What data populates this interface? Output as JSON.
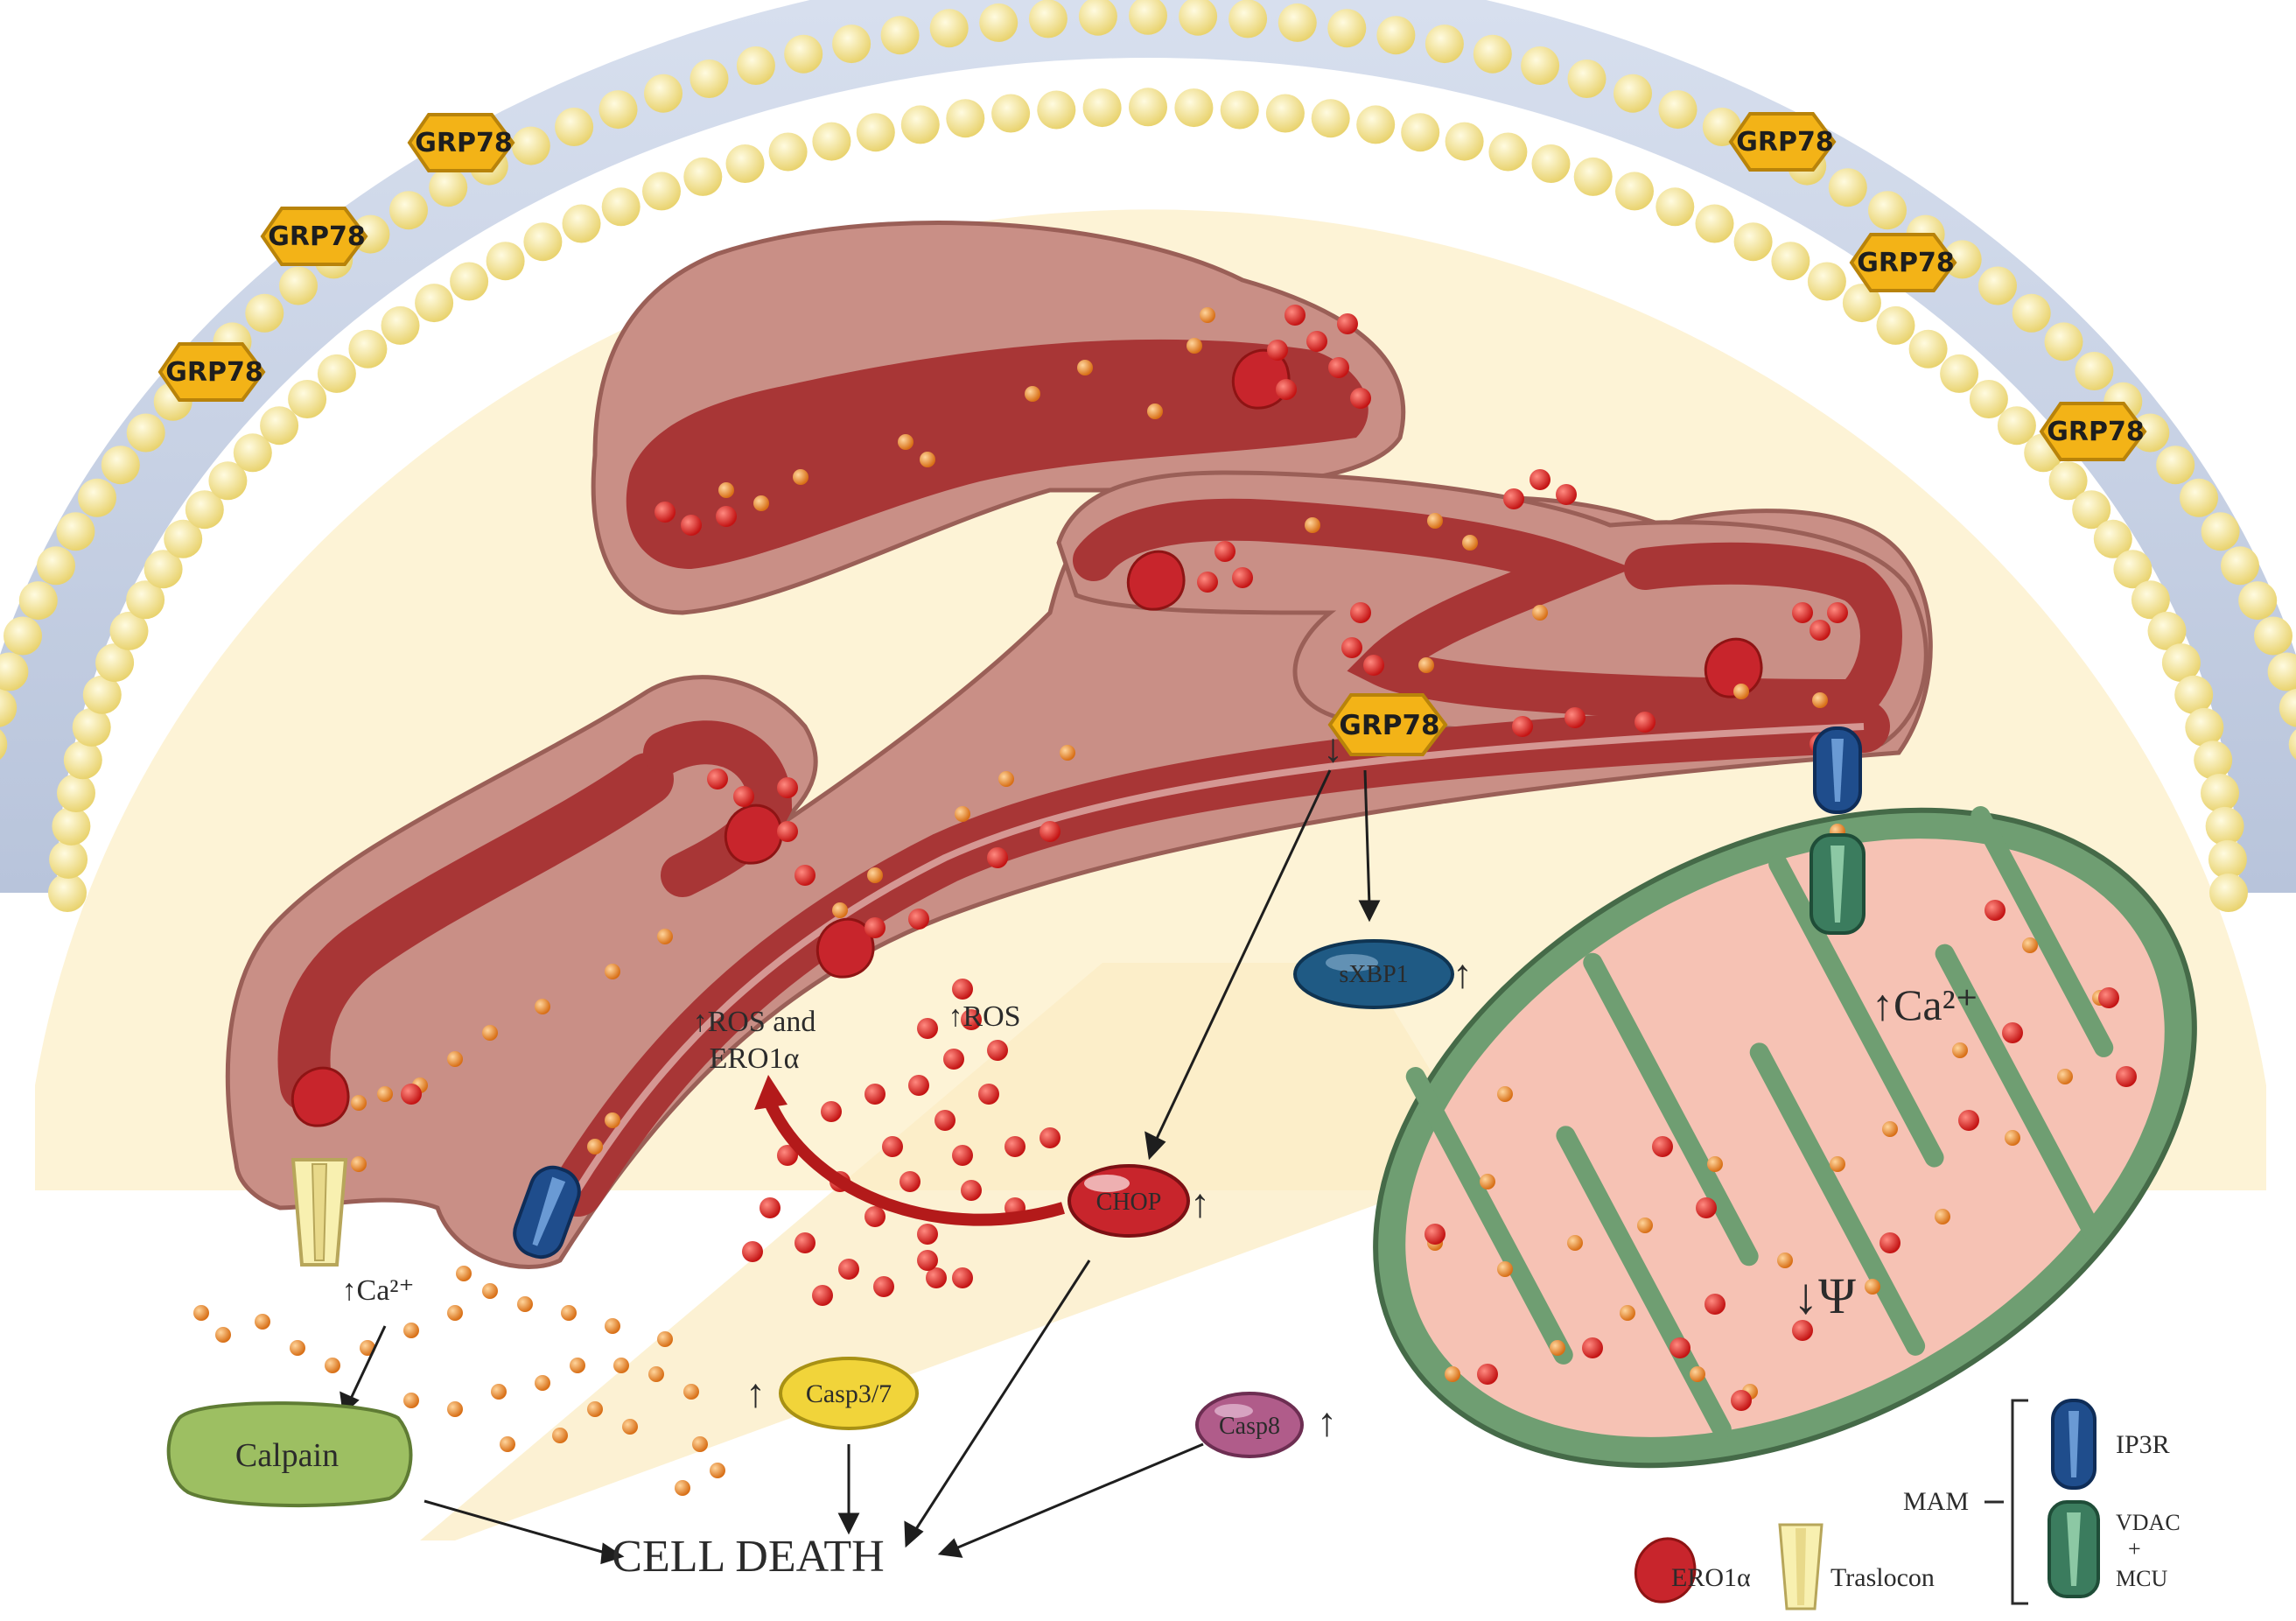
{
  "membrane_labels": {
    "grp78_1": "GRP78",
    "grp78_2": "GRP78",
    "grp78_3": "GRP78",
    "grp78_4": "GRP78",
    "grp78_5": "GRP78",
    "grp78_6": "GRP78"
  },
  "er": {
    "grp78_center": "GRP78",
    "grp78_arrow": "↓"
  },
  "nodes": {
    "xbp1": "sXBP1",
    "xbp1_arrow": "↑",
    "chop": "CHOP",
    "chop_arrow": "↑",
    "casp37": "Casp3/7",
    "casp37_arrow": "↑",
    "casp8": "Casp8",
    "casp8_arrow": "↑",
    "calpain": "Calpain",
    "cell_death": "CELL DEATH"
  },
  "annotations": {
    "ros_ero_line1": "↑ROS and",
    "ros_ero_line2": "ERO1α",
    "ros": "↑ROS",
    "ca_cytosol": "↑Ca²⁺",
    "ca_mito": "↑Ca²⁺",
    "psi": "↓Ψ"
  },
  "legend": {
    "mam": "MAM",
    "ip3r": "IP3R",
    "vdac_line1": "VDAC",
    "vdac_line2": "+",
    "vdac_line3": "MCU",
    "ero1a": "ERO1α",
    "traslocon": "Traslocon"
  },
  "colors": {
    "membrane_head": "#f7e79b",
    "membrane_tail": "#c9d3e6",
    "cytosol": "#fdf3d6",
    "er_outer": "#c98f86",
    "er_lumen": "#a83636",
    "calcium": "#e98a2c",
    "ros": "#e02020",
    "mito_outer": "#6f9e72",
    "mito_inner": "#f6c2b4",
    "grp78": "#f3b317",
    "ip3r": "#1f4d8c",
    "vdac": "#3b7c5e",
    "chop": "#c8252c",
    "xbp1": "#1f5a84",
    "casp37": "#f1d43a",
    "casp8": "#b05c8a",
    "calpain": "#9dbf62"
  }
}
